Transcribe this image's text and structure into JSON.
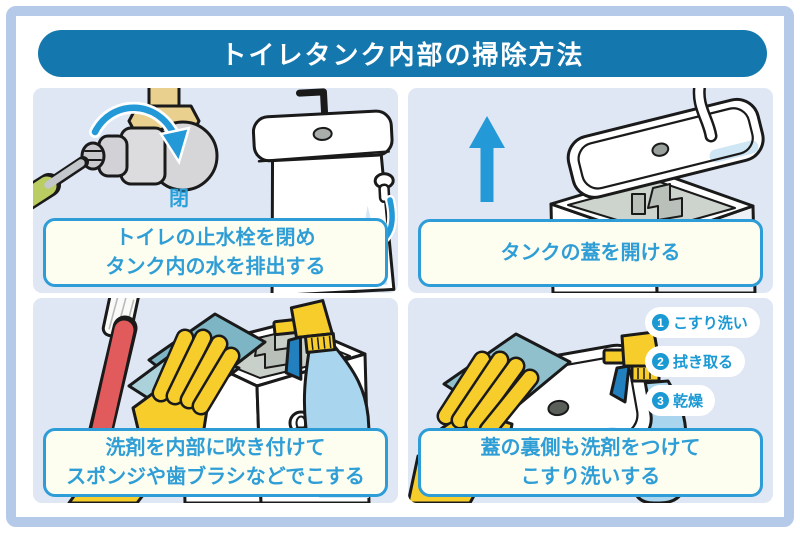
{
  "title": "トイレタンク内部の掃除方法",
  "colors": {
    "frame_border": "#b5c9e9",
    "title_bg": "#1478ae",
    "title_text": "#ffffff",
    "panel_bg": "#dfe7f5",
    "caption_bg": "#fdfdf0",
    "caption_border": "#2d9cd7",
    "caption_text": "#2f9ed6",
    "accent_arrow": "#2499d8",
    "glove_yellow": "#f6cd2b",
    "sponge_teal": "#8fc0cc",
    "toothbrush_red": "#e25b5c",
    "spray_bottle_blue": "#a9d6ee",
    "brass_pipe": "#e9d08f",
    "valve_metal": "#d6d6d9",
    "badge_bg": "#ffffff",
    "badge_text": "#1a99d3"
  },
  "icons": [
    "shutoff-valve-icon",
    "screwdriver-icon",
    "rotate-close-arrow-icon",
    "toilet-tank-icon",
    "flush-lever-arrow-icon",
    "lift-arrow-icon",
    "tank-lid-icon",
    "open-tank-icon",
    "refill-tube-icon",
    "toothbrush-icon",
    "rubber-glove-icon",
    "sponge-cloth-icon",
    "spray-bottle-icon",
    "lid-underside-icon"
  ],
  "panels": {
    "step1": {
      "close_label": "閉",
      "caption": [
        "トイレの止水栓を閉め",
        "タンク内の水を排出する"
      ]
    },
    "step2": {
      "caption": [
        "タンクの蓋を開ける"
      ]
    },
    "step3": {
      "caption": [
        "洗剤を内部に吹き付けて",
        "スポンジや歯ブラシなどでこする"
      ]
    },
    "step4": {
      "caption": [
        "蓋の裏側も洗剤をつけて",
        "こすり洗いする"
      ],
      "badges": [
        {
          "num": "1",
          "label": "こすり洗い"
        },
        {
          "num": "2",
          "label": "拭き取る"
        },
        {
          "num": "3",
          "label": "乾燥"
        }
      ]
    }
  }
}
